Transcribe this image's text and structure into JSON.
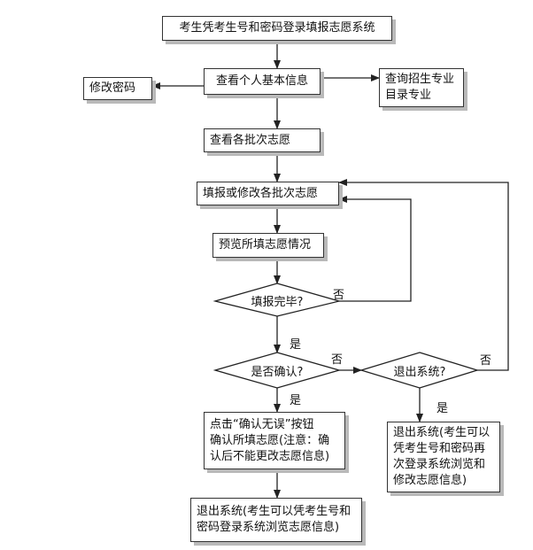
{
  "flowchart": {
    "start": "考生凭考生号和密码登录填报志愿系统",
    "view_info": "查看个人基本信息",
    "change_password": "修改密码",
    "query_majors": "查询招生专业\n目录专业",
    "view_batches": "查看各批次志愿",
    "fill_or_edit": "填报或修改各批次志愿",
    "preview": "预览所填志愿情况",
    "fill_done": "填报完毕?",
    "confirm": "是否确认?",
    "exit_system_q": "退出系统?",
    "click_confirm": "点击“确认无误”按钮\n确认所填志愿(注意：确\n认后不能更改志愿信息)",
    "exit_browse_edit": "退出系统(考生可以\n凭考生号和密码再\n次登录系统浏览和\n修改志愿信息)",
    "exit_browse": "退出系统(考生可以凭考生号和\n密码登录系统浏览志愿信息)",
    "labels": {
      "yes_fill": "是",
      "no_fill": "否",
      "yes_confirm": "是",
      "no_confirm": "否",
      "yes_exit": "是",
      "no_exit": "否"
    }
  }
}
